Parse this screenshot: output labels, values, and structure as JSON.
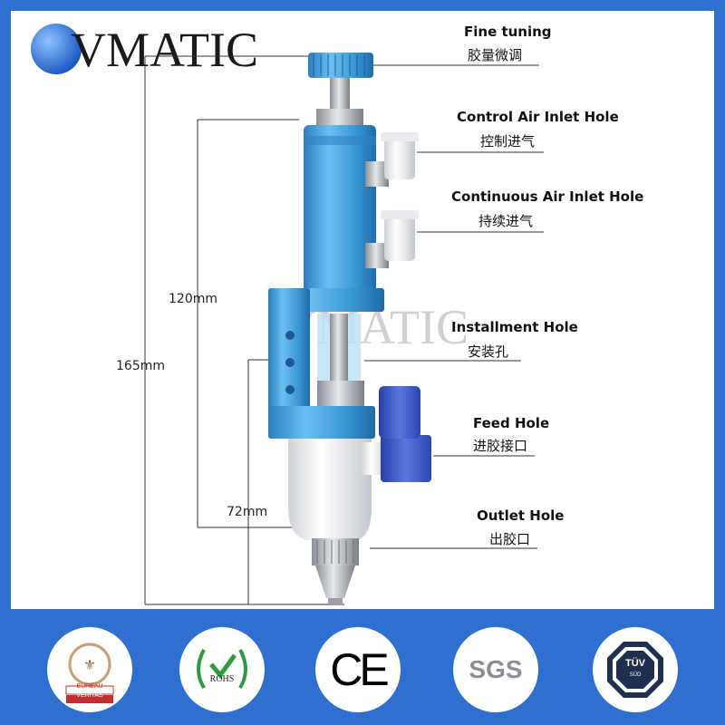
{
  "brand": {
    "logo_text": "VMATIC",
    "watermark_text": "VMATIC"
  },
  "labels": {
    "fine_tuning_en": "Fine tuning",
    "fine_tuning_cn": "胶量微调",
    "control_air_en": "Control Air Inlet Hole",
    "control_air_cn": "控制进气",
    "continuous_air_en": "Continuous Air Inlet Hole",
    "continuous_air_cn": "持续进气",
    "installment_en": "Installment Hole",
    "installment_cn": "安装孔",
    "feed_en": "Feed Hole",
    "feed_cn": "进胶接口",
    "outlet_en": "Outlet Hole",
    "outlet_cn": "出胶口"
  },
  "dimensions": {
    "total": "165mm",
    "upper": "120mm",
    "lower": "72mm"
  },
  "certifications": {
    "bureau_veritas_top": "BUREAU",
    "bureau_veritas_bottom": "VERITAS",
    "rohs": "ROHS",
    "ce": "CE",
    "sgs": "SGS",
    "tuv": "TÜV",
    "tuv_sub": "SÜD"
  },
  "colors": {
    "background": "#2f6fd0",
    "panel": "#ffffff",
    "valve_blue": "#3a9ad6",
    "feed_blue": "#3355c8"
  }
}
